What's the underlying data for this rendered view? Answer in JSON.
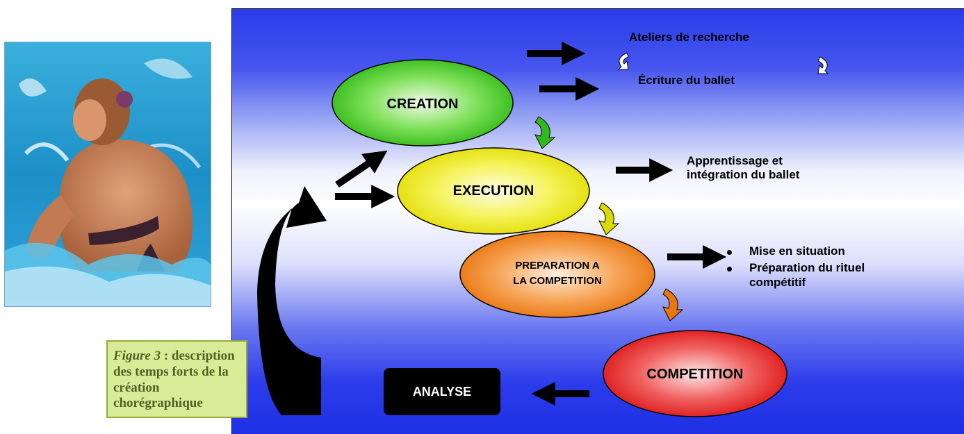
{
  "caption": {
    "figure_label": "Figure 3",
    "figure_text": " : description des temps forts de la création chorégraphique"
  },
  "nodes": {
    "creation": "CREATION",
    "execution": "EXECUTION",
    "preparation_line1": "PREPARATION A",
    "preparation_line2": "LA COMPETITION",
    "competition": "COMPETITION",
    "analyse": "ANALYSE"
  },
  "annotations": {
    "creation_top": "Ateliers de recherche",
    "creation_bottom": "Écriture du ballet",
    "execution_line1": "Apprentissage et",
    "execution_line2": "intégration du ballet",
    "preparation_bullets": [
      "Mise en situation",
      "Préparation du rituel",
      "compétitif"
    ]
  },
  "colors": {
    "creation": "#33c21f",
    "execution": "#e8e600",
    "preparation": "#e8780c",
    "competition": "#e01818",
    "caption_bg": "#d8ec98",
    "caption_text": "#4f6226"
  },
  "image": {
    "subject": "synchronized-swimmer-photo"
  }
}
